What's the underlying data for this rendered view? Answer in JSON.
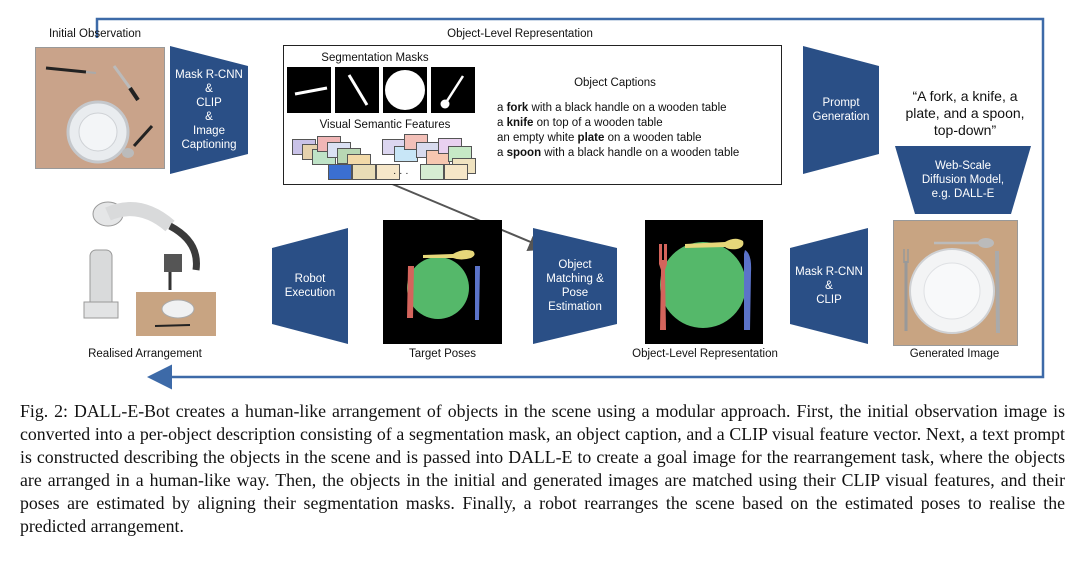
{
  "initial_observation": "Initial Observation",
  "object_level_representation_title": "Object-Level Representation",
  "segmentation_masks": "Segmentation Masks",
  "visual_semantic_features": "Visual Semantic Features",
  "object_captions_title": "Object Captions",
  "captions": [
    {
      "obj": "fork",
      "pre": "a ",
      "post": " with a black handle on a wooden table"
    },
    {
      "obj": "knife",
      "pre": "a ",
      "post": " on top of a wooden table"
    },
    {
      "obj": "plate",
      "pre": "an empty white ",
      "post": " on a wooden table"
    },
    {
      "obj": "spoon",
      "pre": "a ",
      "post": " with a black handle on a wooden table"
    }
  ],
  "blocks": {
    "maskrcnn_clip_captioning": "Mask R-CNN\n&\nCLIP\n&\nImage\nCaptioning",
    "prompt_generation": "Prompt\nGeneration",
    "diffusion_model": "Web-Scale\nDiffusion Model,\ne.g. DALL-E",
    "maskrcnn_clip": "Mask R-CNN\n&\nCLIP",
    "object_matching": "Object\nMatching &\nPose\nEstimation",
    "robot_execution": "Robot\nExecution"
  },
  "prompt_text": "“A fork, a knife, a plate, and a spoon, top-down”",
  "bottom_labels": {
    "realised_arrangement": "Realised Arrangement",
    "target_poses": "Target Poses",
    "object_level_representation": "Object-Level Representation",
    "generated_image": "Generated Image"
  },
  "ellipsis": "· · ·",
  "figure_caption": "Fig. 2: DALL-E-Bot creates a human-like arrangement of objects in the scene using a modular approach. First, the initial observation image is converted into a per-object description consisting of a segmentation mask, an object caption, and a CLIP visual feature vector. Next, a text prompt is constructed describing the objects in the scene and is passed into DALL-E to create a goal image for the rearrangement task, where the objects are arranged in a human-like way. Then, the objects in the initial and generated images are matched using their CLIP visual features, and their poses are estimated by aligning their segmentation masks. Finally, a robot rearranges the scene based on the estimated poses to realise the predicted arrangement.",
  "colors": {
    "block_blue": "#2a4f86",
    "flow_line": "#3d6aa8",
    "table_wood": "#c8a482",
    "plate_green": "#55b86a",
    "knife_blue": "#5b73c9",
    "fork_red": "#d4645c",
    "spoon_yellow": "#e6d77a"
  }
}
